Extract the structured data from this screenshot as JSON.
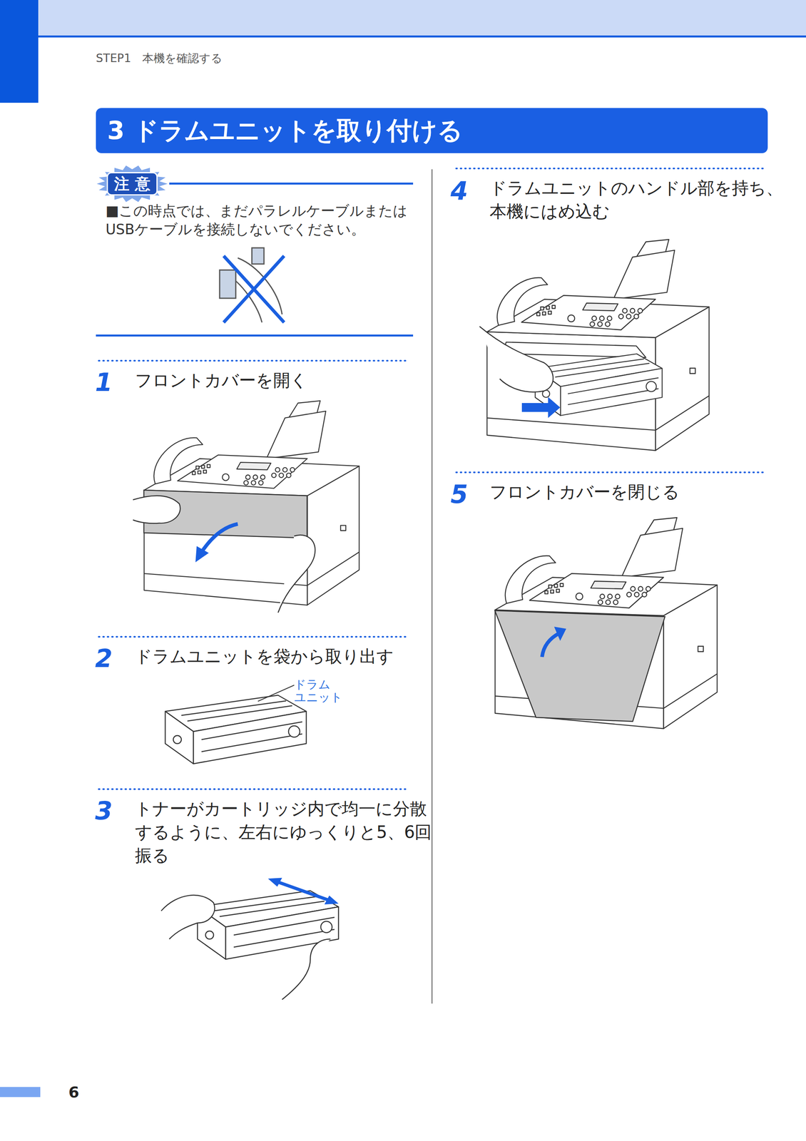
{
  "diagram": {
    "title": "3 ドラムユニットを取り付ける",
    "nodes": [
      {
        "text": [
          "注 意"
        ]
      }
    ],
    "labels": [
      "STEP1　本機を確認する",
      "■この時点では、まだパラレルケーブルまたは USBケーブルを接続しないでください。",
      "1",
      "フロントカバーを開く",
      "2",
      "ドラムユニットを袋から取り出す",
      "ドラム ユニット",
      "3",
      "トナーがカートリッジ内で均一に分散 するように、左右にゆっくりと5、6回 振る",
      "4",
      "ドラムユニットのハンドル部を持ち、 本機にはめ込む",
      "5",
      "フロントカバーを閉じる",
      "6"
    ]
  }
}
